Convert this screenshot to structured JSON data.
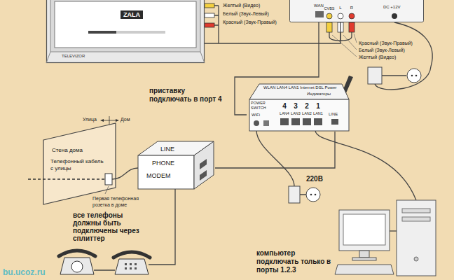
{
  "diagram": {
    "nodes": [
      {
        "text": [
          "ZALA",
          "TELEVIZOR"
        ]
      },
      {
        "text": [
          "WAN",
          "CVBS",
          "L",
          "R",
          "DC +12V"
        ]
      },
      {
        "text": [
          "WLAN LAN4 LAN1 Internet DSL Power",
          "Индикаторы",
          "POWER SWITCH",
          "WiFi",
          "4",
          "3",
          "2",
          "1",
          "LAN4",
          "LAN3",
          "LAN2",
          "LAN1",
          "LINE"
        ]
      },
      {
        "text": [
          "LINE",
          "PHONE",
          "MODEM"
        ]
      }
    ],
    "edges": [
      {
        "from": 0,
        "to": 1,
        "arrow": "none"
      },
      {
        "from": 1,
        "to": 2,
        "arrow": "none"
      },
      {
        "from": 3,
        "to": 2,
        "arrow": "none"
      }
    ],
    "labels": [
      "Желтый (Видео)",
      "Белый (Звук-Левый)",
      "Красный (Звук-Правый)",
      "Красный (Звук-Правый)",
      "Белый (Звук-Левый)",
      "Желтый (Видео)",
      "приставку подключать в порт 4",
      "Улица",
      "Дом",
      "Стена дома",
      "Телефонный кабель с улицы",
      "Первая телефонная розетка в доме",
      "220В",
      "все телефоны должны быть подключены через сплиттер",
      "компьютер подключать только в порты 1.2.3",
      "bu.ucoz.ru"
    ]
  }
}
